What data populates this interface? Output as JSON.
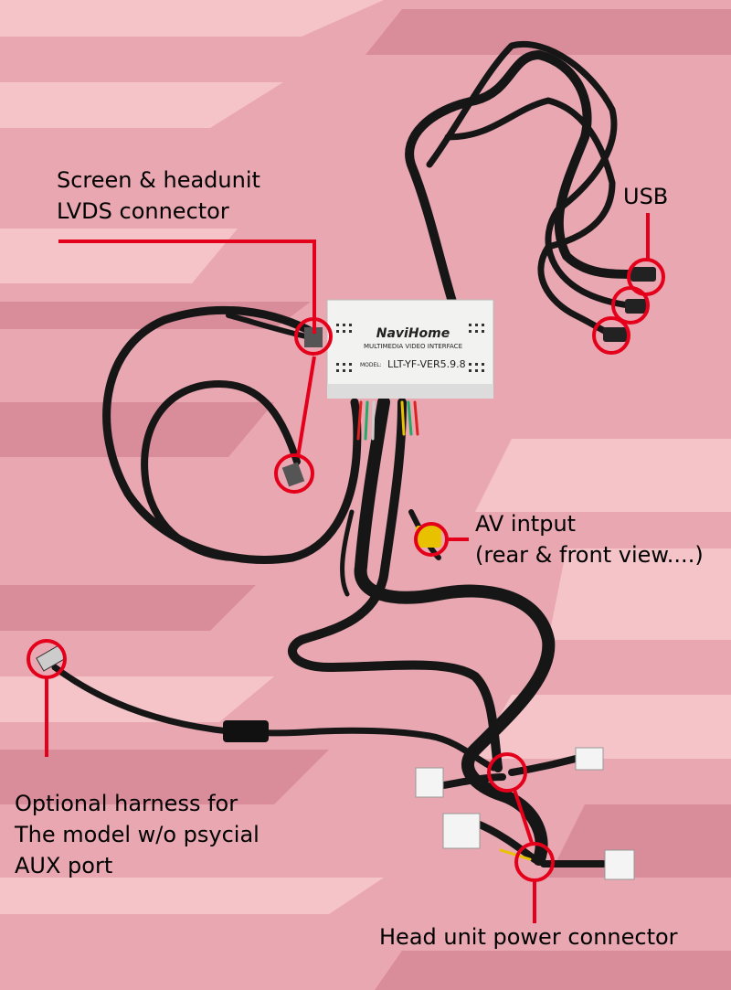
{
  "background": {
    "base_color": "#e9a7b1",
    "stripe_light": "#f5c4c9",
    "stripe_dark": "#d98c99"
  },
  "accent_color": "#e4001b",
  "device": {
    "brand": "NaviHome",
    "subtitle": "MULTIMEDIA VIDEO INTERFACE",
    "model_label": "MODEL:",
    "model_value": "LLT-YF-VER5.9.8",
    "body_color": "#f2f2f0"
  },
  "callouts": {
    "lvds": {
      "line1": "Screen & headunit",
      "line2": "LVDS connector"
    },
    "usb": {
      "text": "USB"
    },
    "av": {
      "line1": "AV intput",
      "line2": "(rear & front view....)"
    },
    "optional": {
      "line1": "Optional harness for",
      "line2": "The model w/o psycial",
      "line3": "AUX port"
    },
    "power": {
      "text": "Head unit power connector"
    }
  }
}
